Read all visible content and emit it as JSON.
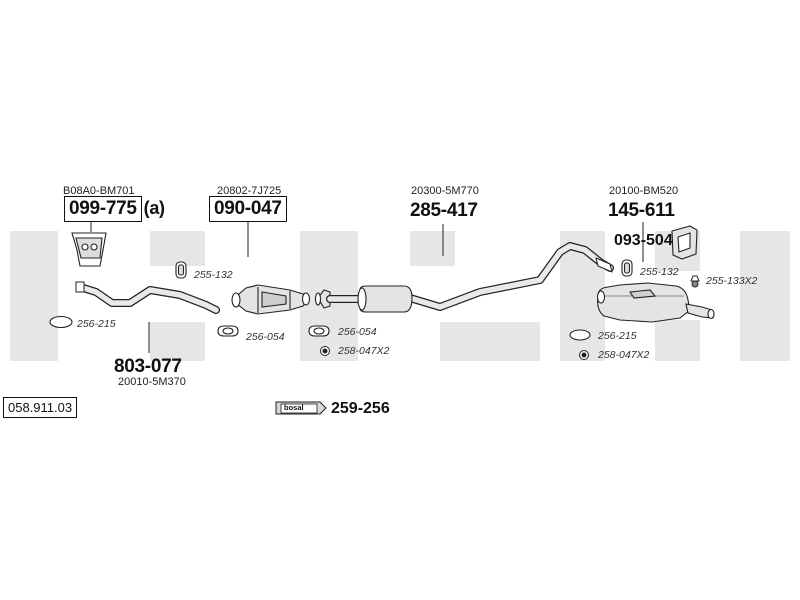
{
  "watermark": {
    "color": "#e6e6e6"
  },
  "reference_code": "058.911.03",
  "sections": [
    {
      "id": "front-pipe",
      "oem": "B08A0-BM701",
      "part": "099-775",
      "suffix": "(a)"
    },
    {
      "id": "catalyst",
      "oem": "20802-7J725",
      "part": "090-047"
    },
    {
      "id": "middle-pipe",
      "oem": "20300-5M770",
      "part": "285-417"
    },
    {
      "id": "rear-silencer",
      "oem": "20100-BM520",
      "part": "145-611"
    }
  ],
  "front_pipe_assembly": {
    "part": "803-077",
    "oem": "20010-5M370"
  },
  "rear_bracket": {
    "part": "093-504"
  },
  "accessories": {
    "clamp_front": "255-132",
    "gasket_front": "256-215",
    "gasket_cat_front": "256-054",
    "gasket_cat_rear": "256-054",
    "bolt_mid": "258-047X2",
    "clamp_rear": "255-132",
    "hanger_rear": "255-133X2",
    "gasket_rear": "256-215",
    "bolt_rear": "258-047X2"
  },
  "mounting_kit": {
    "brand": "bosal",
    "part": "259-256"
  }
}
